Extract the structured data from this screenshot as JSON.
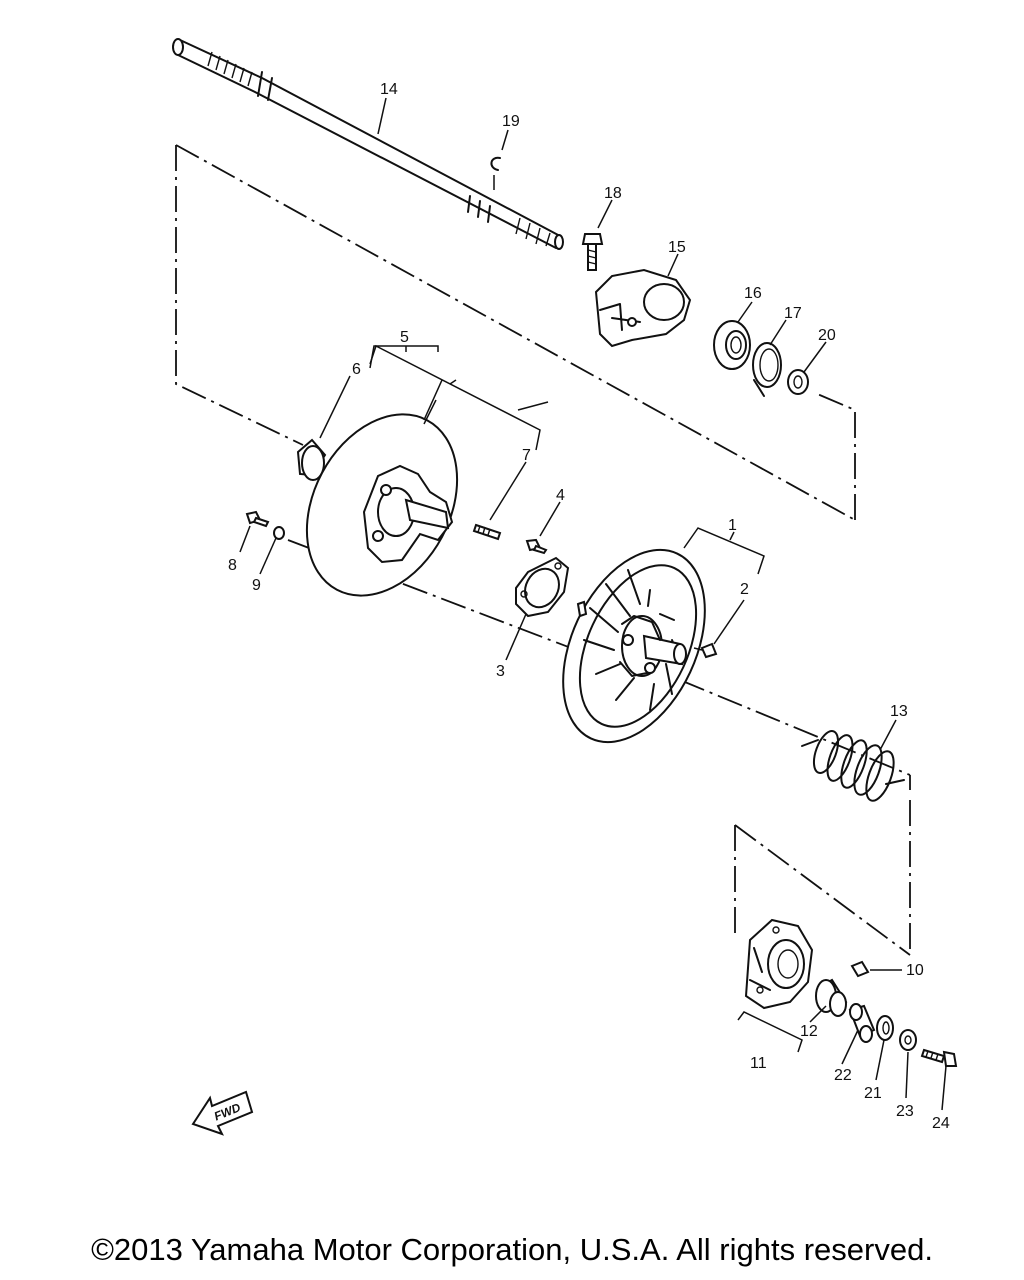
{
  "callouts": {
    "c1": "1",
    "c2": "2",
    "c3": "3",
    "c4": "4",
    "c5": "5",
    "c6": "6",
    "c7": "7",
    "c8": "8",
    "c9": "9",
    "c10": "10",
    "c11": "11",
    "c12": "12",
    "c13": "13",
    "c14": "14",
    "c15": "15",
    "c16": "16",
    "c17": "17",
    "c18": "18",
    "c19": "19",
    "c20": "20",
    "c21": "21",
    "c22": "22",
    "c23": "23",
    "c24": "24"
  },
  "fwd_label": "FWD",
  "copyright": "©2013 Yamaha Motor Corporation, U.S.A. All rights reserved."
}
